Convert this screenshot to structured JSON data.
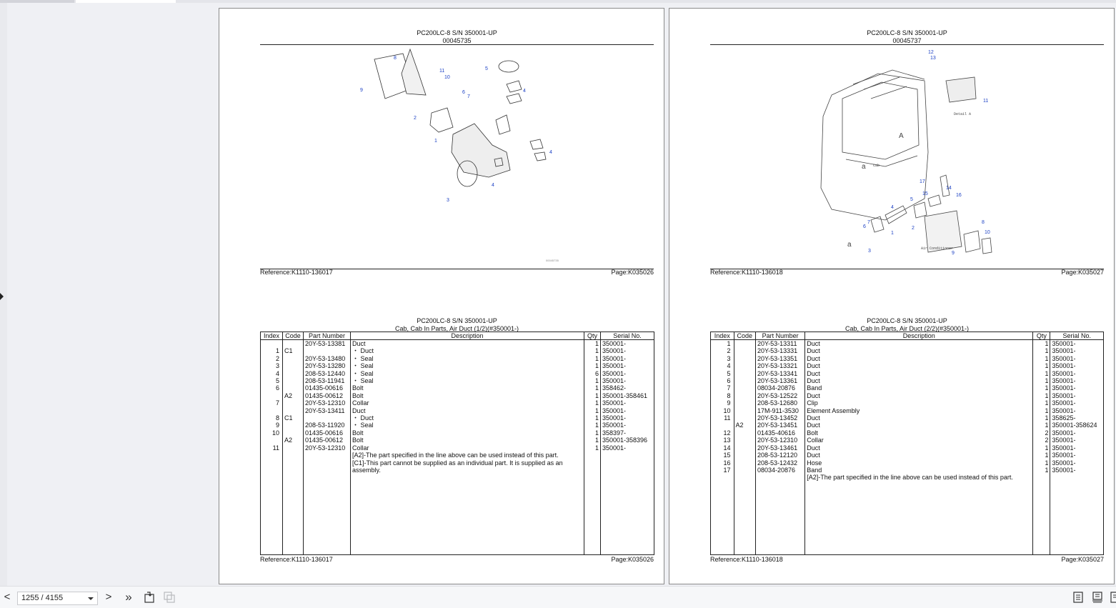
{
  "viewer": {
    "page_indicator": "1255 / 4155",
    "nav": {
      "prev_icon": "chevron-left-icon",
      "next_icon": "chevron-right-icon",
      "last_icon": "double-chevron-right-icon",
      "prev_glyph": "<",
      "next_glyph": ">",
      "last_glyph": "»"
    },
    "view_modes": [
      "single-page-icon",
      "continuous-page-icon",
      "two-page-icon"
    ]
  },
  "pages": [
    {
      "figure_header": {
        "model": "PC200LC-8 S/N 350001-UP",
        "figure_no": "00045735"
      },
      "figure_callouts": [
        "1",
        "2",
        "3",
        "4",
        "5",
        "6",
        "7",
        "8",
        "9",
        "10",
        "11"
      ],
      "figure_footer": {
        "reference": "Reference:K1110-136017",
        "page": "Page:K035026"
      },
      "table_header": {
        "model": "PC200LC-8 S/N 350001-UP",
        "title": "Cab, Cab In Parts, Air Duct (1/2)(#350001-)"
      },
      "columns": [
        "Index",
        "Code",
        "Part Number",
        "Description",
        "Qty",
        "Serial No."
      ],
      "rows": [
        {
          "index": "",
          "code": "",
          "part": "20Y-53-13381",
          "desc": "Duct",
          "qty": "1",
          "serial": "350001-"
        },
        {
          "index": "1",
          "code": "C1",
          "part": "",
          "desc": "・ Duct",
          "qty": "1",
          "serial": "350001-"
        },
        {
          "index": "2",
          "code": "",
          "part": "20Y-53-13480",
          "desc": "・ Seal",
          "qty": "1",
          "serial": "350001-"
        },
        {
          "index": "3",
          "code": "",
          "part": "20Y-53-13280",
          "desc": "・ Seal",
          "qty": "1",
          "serial": "350001-"
        },
        {
          "index": "4",
          "code": "",
          "part": "208-53-12440",
          "desc": "・ Seal",
          "qty": "6",
          "serial": "350001-"
        },
        {
          "index": "5",
          "code": "",
          "part": "208-53-11941",
          "desc": "・ Seal",
          "qty": "1",
          "serial": "350001-"
        },
        {
          "index": "6",
          "code": "",
          "part": "01435-00616",
          "desc": "Bolt",
          "qty": "1",
          "serial": "358462-"
        },
        {
          "index": "",
          "code": "A2",
          "part": "01435-00612",
          "desc": "Bolt",
          "qty": "1",
          "serial": "350001-358461"
        },
        {
          "index": "7",
          "code": "",
          "part": "20Y-53-12310",
          "desc": "Collar",
          "qty": "1",
          "serial": "350001-"
        },
        {
          "index": "",
          "code": "",
          "part": "20Y-53-13411",
          "desc": "Duct",
          "qty": "1",
          "serial": "350001-"
        },
        {
          "index": "8",
          "code": "C1",
          "part": "",
          "desc": "・ Duct",
          "qty": "1",
          "serial": "350001-"
        },
        {
          "index": "9",
          "code": "",
          "part": "208-53-11920",
          "desc": "・ Seal",
          "qty": "1",
          "serial": "350001-"
        },
        {
          "index": "10",
          "code": "",
          "part": "01435-00616",
          "desc": "Bolt",
          "qty": "1",
          "serial": "358397-"
        },
        {
          "index": "",
          "code": "A2",
          "part": "01435-00612",
          "desc": "Bolt",
          "qty": "1",
          "serial": "350001-358396"
        },
        {
          "index": "11",
          "code": "",
          "part": "20Y-53-12310",
          "desc": "Collar",
          "qty": "1",
          "serial": "350001-"
        }
      ],
      "notes": [
        "[A2]-The part specified in the line above can be used instead of this part.",
        "[C1]-This part cannot be supplied as an individual part. It is supplied as an assembly."
      ],
      "table_footer": {
        "reference": "Reference:K1110-136017",
        "page": "Page:K035026"
      }
    },
    {
      "figure_header": {
        "model": "PC200LC-8 S/N 350001-UP",
        "figure_no": "00045737"
      },
      "figure_callouts": [
        "1",
        "2",
        "3",
        "4",
        "5",
        "6",
        "7",
        "8",
        "9",
        "10",
        "11",
        "12",
        "13",
        "14",
        "15",
        "16",
        "17"
      ],
      "figure_labels": {
        "detail": "A 詳 細 Detail A",
        "cab": "ｷｬﾌﾞ Cab",
        "aircon": "ｴｱｺﾝ Air Conditioner",
        "a_marker": "a",
        "A_marker": "A"
      },
      "figure_footer": {
        "reference": "Reference:K1110-136018",
        "page": "Page:K035027"
      },
      "table_header": {
        "model": "PC200LC-8 S/N 350001-UP",
        "title": "Cab, Cab In Parts, Air Duct (2/2)(#350001-)"
      },
      "columns": [
        "Index",
        "Code",
        "Part Number",
        "Description",
        "Qty",
        "Serial No."
      ],
      "rows": [
        {
          "index": "1",
          "code": "",
          "part": "20Y-53-13311",
          "desc": "Duct",
          "qty": "1",
          "serial": "350001-"
        },
        {
          "index": "2",
          "code": "",
          "part": "20Y-53-13331",
          "desc": "Duct",
          "qty": "1",
          "serial": "350001-"
        },
        {
          "index": "3",
          "code": "",
          "part": "20Y-53-13351",
          "desc": "Duct",
          "qty": "1",
          "serial": "350001-"
        },
        {
          "index": "4",
          "code": "",
          "part": "20Y-53-13321",
          "desc": "Duct",
          "qty": "1",
          "serial": "350001-"
        },
        {
          "index": "5",
          "code": "",
          "part": "20Y-53-13341",
          "desc": "Duct",
          "qty": "1",
          "serial": "350001-"
        },
        {
          "index": "6",
          "code": "",
          "part": "20Y-53-13361",
          "desc": "Duct",
          "qty": "1",
          "serial": "350001-"
        },
        {
          "index": "7",
          "code": "",
          "part": "08034-20876",
          "desc": "Band",
          "qty": "1",
          "serial": "350001-"
        },
        {
          "index": "8",
          "code": "",
          "part": "20Y-53-12522",
          "desc": "Duct",
          "qty": "1",
          "serial": "350001-"
        },
        {
          "index": "9",
          "code": "",
          "part": "208-53-12680",
          "desc": "Clip",
          "qty": "1",
          "serial": "350001-"
        },
        {
          "index": "10",
          "code": "",
          "part": "17M-911-3530",
          "desc": "Element Assembly",
          "qty": "1",
          "serial": "350001-"
        },
        {
          "index": "11",
          "code": "",
          "part": "20Y-53-13452",
          "desc": "Duct",
          "qty": "1",
          "serial": "358625-"
        },
        {
          "index": "",
          "code": "A2",
          "part": "20Y-53-13451",
          "desc": "Duct",
          "qty": "1",
          "serial": "350001-358624"
        },
        {
          "index": "12",
          "code": "",
          "part": "01435-40616",
          "desc": "Bolt",
          "qty": "2",
          "serial": "350001-"
        },
        {
          "index": "13",
          "code": "",
          "part": "20Y-53-12310",
          "desc": "Collar",
          "qty": "2",
          "serial": "350001-"
        },
        {
          "index": "14",
          "code": "",
          "part": "20Y-53-13461",
          "desc": "Duct",
          "qty": "1",
          "serial": "350001-"
        },
        {
          "index": "15",
          "code": "",
          "part": "208-53-12120",
          "desc": "Duct",
          "qty": "1",
          "serial": "350001-"
        },
        {
          "index": "16",
          "code": "",
          "part": "208-53-12432",
          "desc": "Hose",
          "qty": "1",
          "serial": "350001-"
        },
        {
          "index": "17",
          "code": "",
          "part": "08034-20876",
          "desc": "Band",
          "qty": "1",
          "serial": "350001-"
        }
      ],
      "notes": [
        "[A2]-The part specified in the line above can be used instead of this part."
      ],
      "table_footer": {
        "reference": "Reference:K1110-136018",
        "page": "Page:K035027"
      }
    }
  ]
}
